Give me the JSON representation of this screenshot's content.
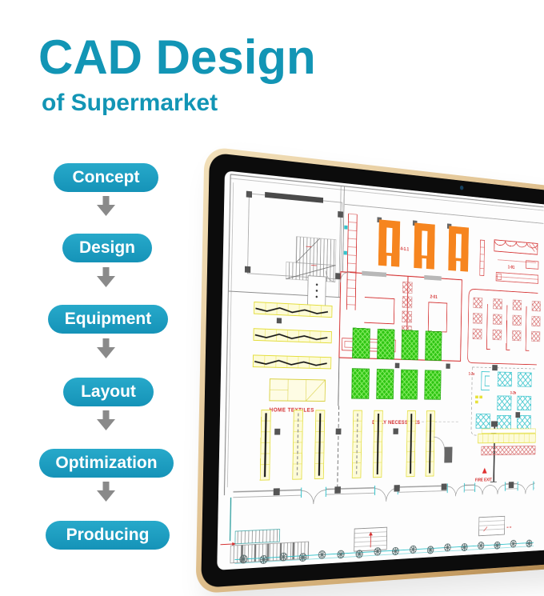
{
  "header": {
    "title": "CAD Design",
    "subtitle": "of Supermarket"
  },
  "flow": {
    "steps": [
      {
        "label": "Concept"
      },
      {
        "label": "Design"
      },
      {
        "label": "Equipment"
      },
      {
        "label": "Layout"
      },
      {
        "label": "Optimization"
      },
      {
        "label": "Producing"
      }
    ]
  },
  "colors": {
    "accent": "#1295b5",
    "pill": "#1b9fc1",
    "arrow": "#8a8a8a",
    "frame_gold": "#d9b98c",
    "cad_red": "#d43030",
    "cad_orange": "#f6851f",
    "cad_green": "#2fc513",
    "cad_yellow": "#e3dd3a",
    "cad_cyan": "#35c4cc"
  },
  "monitor": {
    "cad_labels": {
      "home_textiles": "HOME TEXTILES",
      "daily_necessities": "DAILY NECESSITIES",
      "fire_exit": "FIRE EXIT",
      "gate_dim": "4-1.1",
      "counter_dim": "1-01",
      "room_dim": "2-01",
      "area_dim_1": "1-2a",
      "area_dim_2": "3-2b"
    }
  }
}
